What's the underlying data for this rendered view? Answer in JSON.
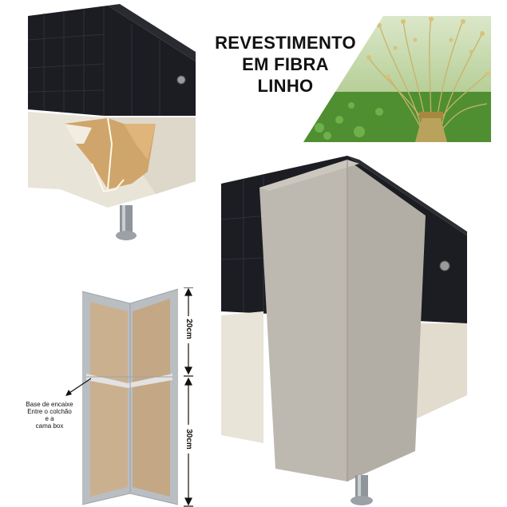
{
  "headline": {
    "line1": "REVESTIMENTO",
    "line2": "EM FIBRA",
    "line3": "LINHO"
  },
  "diagram": {
    "annotation_lines": [
      "Base de encaixe",
      "Entre o colchão",
      "e a",
      "cama box"
    ],
    "dim_top": "20cm",
    "dim_bottom": "30cm"
  },
  "colors": {
    "box_black": "#1c1d22",
    "fabric_white": "#e9e4d8",
    "linen_grey": "#bdb8b0",
    "mdf": "#cbb090",
    "metal": "#b9bec2",
    "grass": "#5a9a3a",
    "flax": "#c9b26a"
  },
  "images": [
    "damaged-bed-corner-photo",
    "flax-plant-photo",
    "linen-corner-guard-photo",
    "corner-guard-diagram"
  ]
}
